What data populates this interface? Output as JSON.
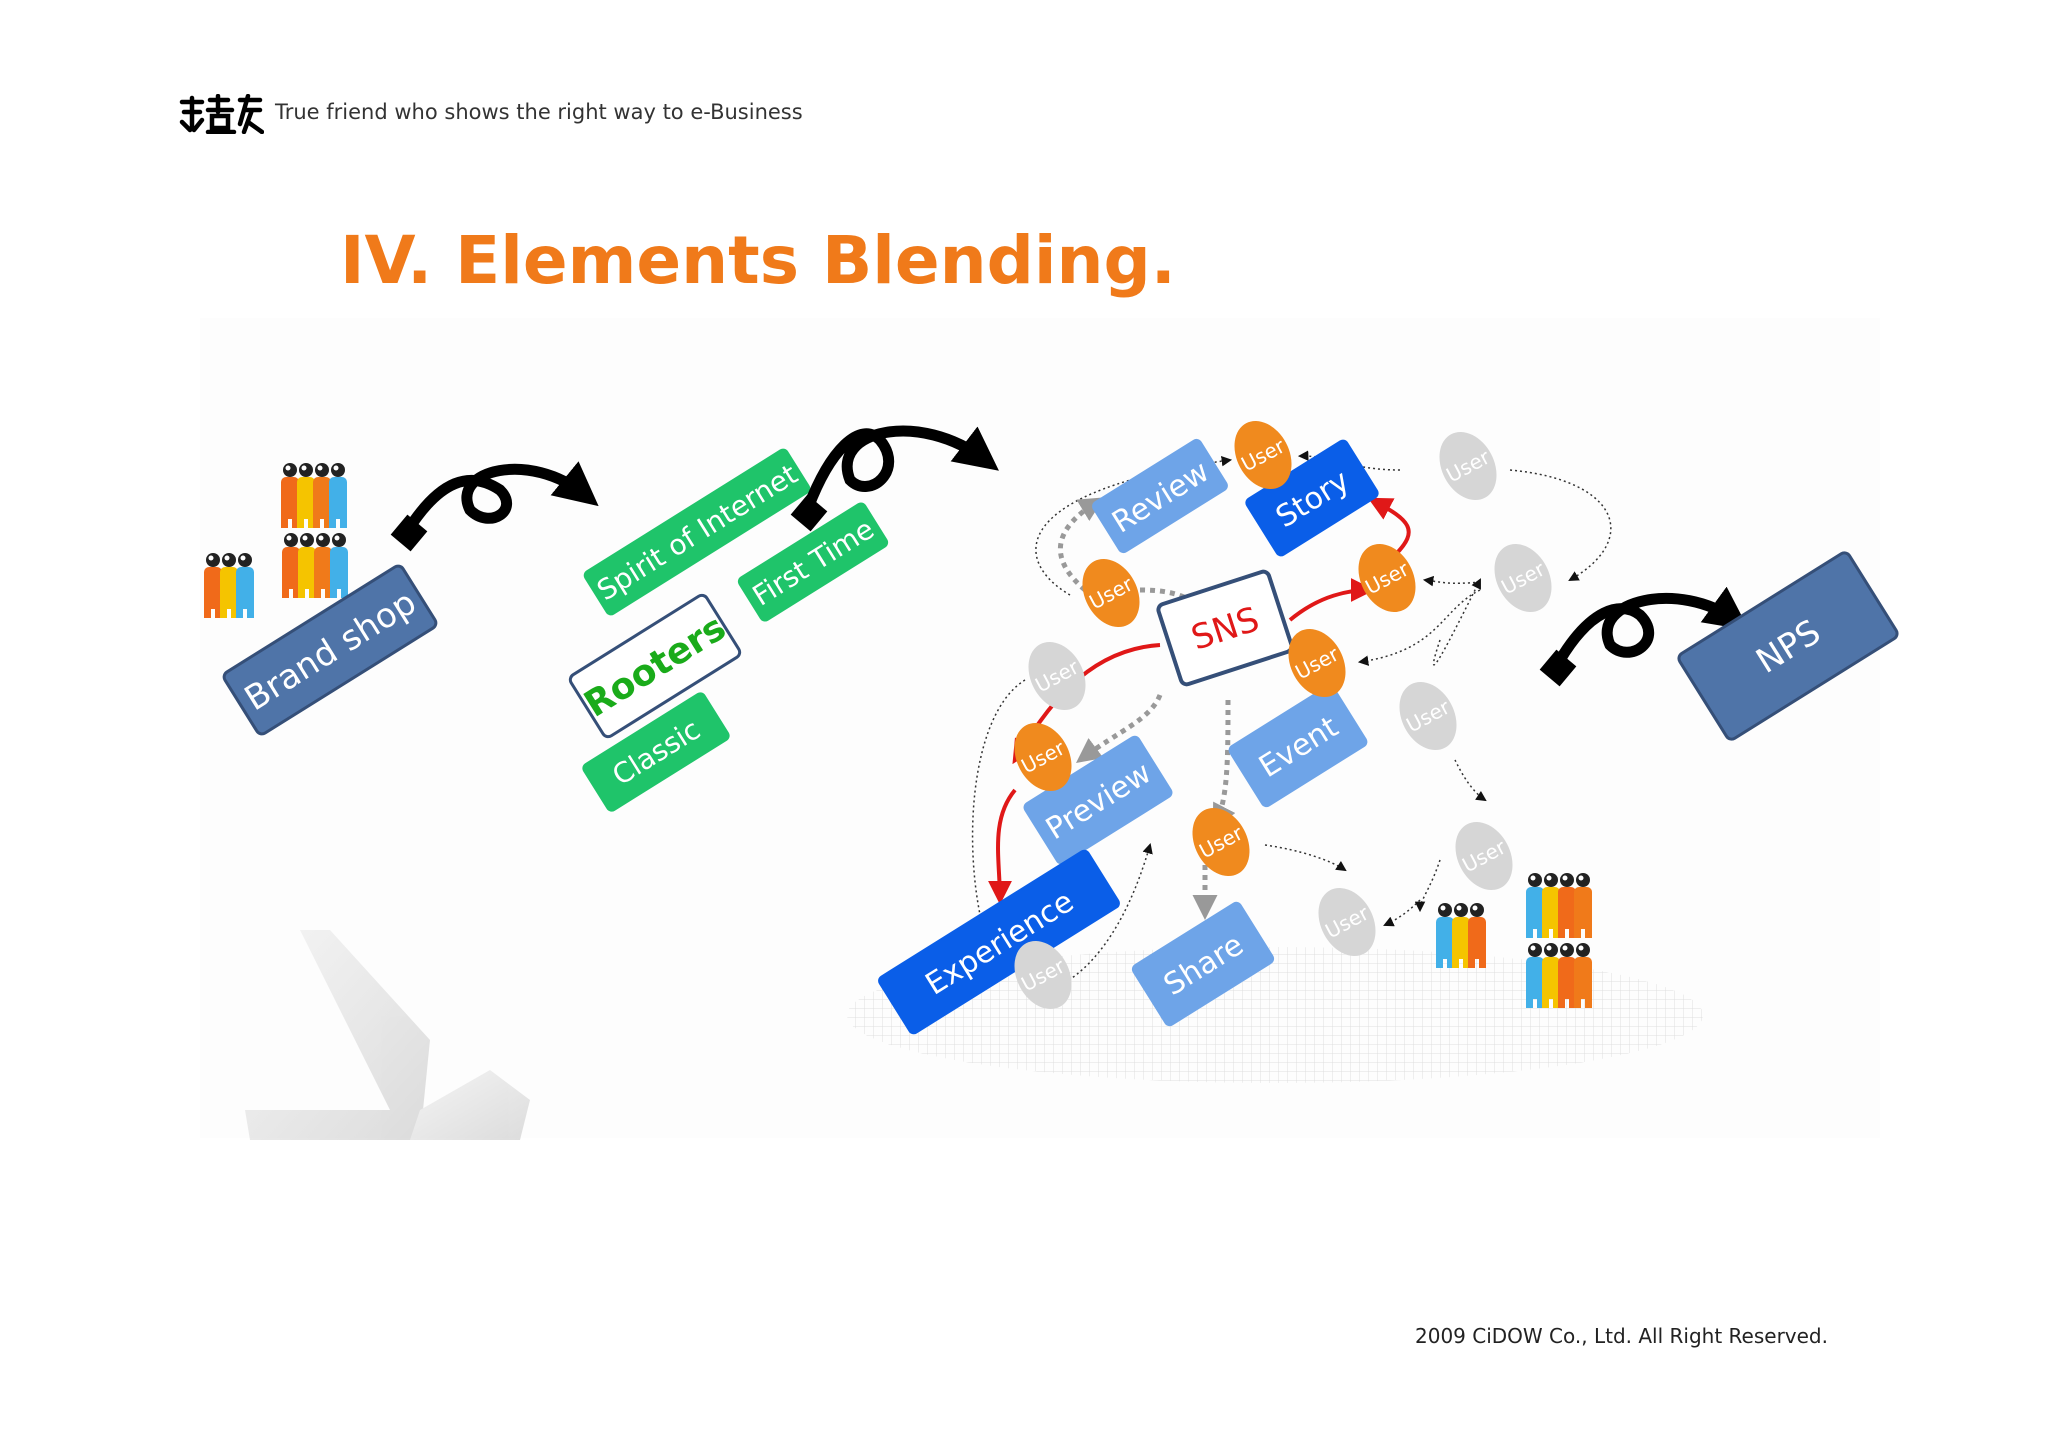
{
  "header": {
    "logo_icon": "calligraphy-logo",
    "tagline": "True friend who shows the right way to e-Business"
  },
  "page": {
    "title": "IV. Elements Blending."
  },
  "diagram": {
    "brand_shop": "Brand shop",
    "green_tags": [
      "Spirit of Internet",
      "First Time",
      "Rooters",
      "Classic"
    ],
    "hub": "SNS",
    "nodes": [
      "Review",
      "Story",
      "Preview",
      "Event",
      "Experience",
      "Share"
    ],
    "user_label": "User",
    "nps": "NPS"
  },
  "footer": {
    "copyright": "2009 CiDOW Co., Ltd. All Right Reserved."
  },
  "colors": {
    "title": "#f07a1a",
    "green": "#1fc46a",
    "steel_blue": "#4f74a8",
    "light_blue": "#6ea4e8",
    "bright_blue": "#0a5ee8",
    "user_orange": "#f08a1e",
    "user_grey": "#d6d6d6",
    "red_arrow": "#e01818"
  }
}
